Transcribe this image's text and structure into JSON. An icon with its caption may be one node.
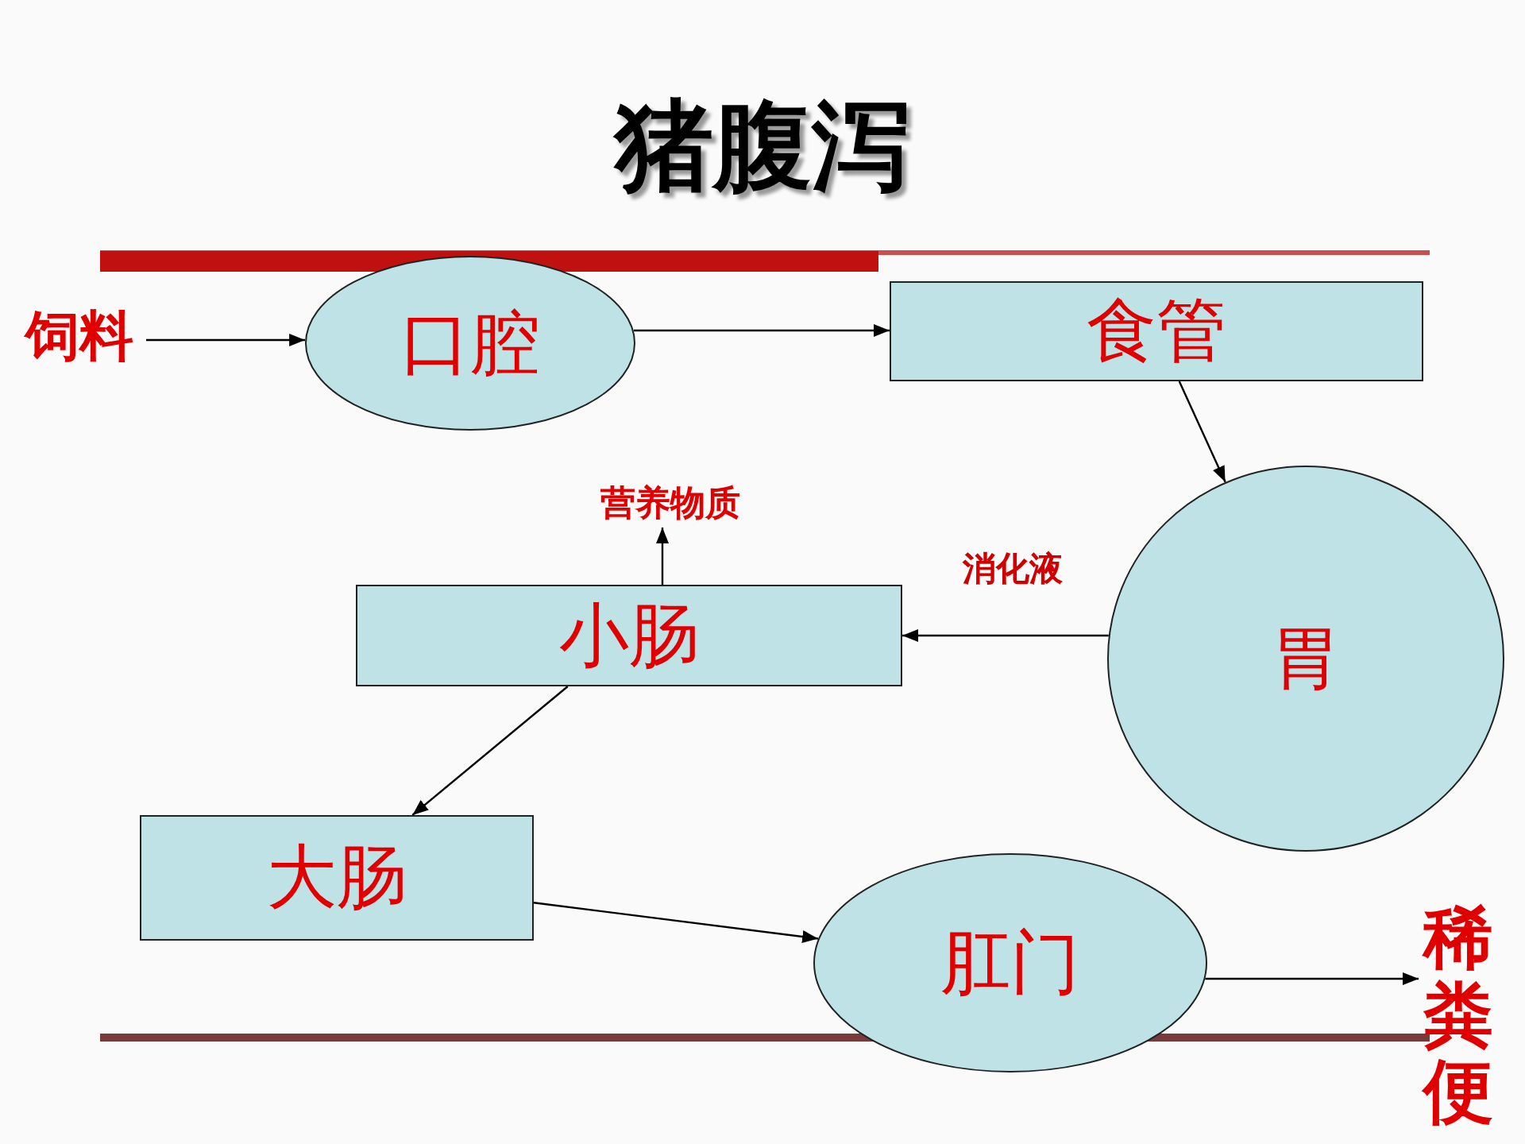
{
  "diagram": {
    "title": "猪腹泻",
    "nodes": [
      {
        "text": [
          "饲料"
        ]
      },
      {
        "text": [
          "口腔"
        ]
      },
      {
        "text": [
          "食管"
        ]
      },
      {
        "text": [
          "胃"
        ]
      },
      {
        "text": [
          "小肠"
        ]
      },
      {
        "text": [
          "营养物质"
        ]
      },
      {
        "text": [
          "大肠"
        ]
      },
      {
        "text": [
          "肛门"
        ]
      },
      {
        "text": [
          "稀粪便"
        ]
      }
    ],
    "edges": [
      {
        "from": 0,
        "to": 1,
        "arrow": "to"
      },
      {
        "from": 1,
        "to": 2,
        "arrow": "to"
      },
      {
        "from": 2,
        "to": 3,
        "arrow": "to"
      },
      {
        "from": 3,
        "to": 4,
        "arrow": "to",
        "label": "消化液"
      },
      {
        "from": 4,
        "to": 5,
        "arrow": "to"
      },
      {
        "from": 4,
        "to": 6,
        "arrow": "to"
      },
      {
        "from": 6,
        "to": 7,
        "arrow": "to"
      },
      {
        "from": 7,
        "to": 8,
        "arrow": "to"
      }
    ]
  }
}
